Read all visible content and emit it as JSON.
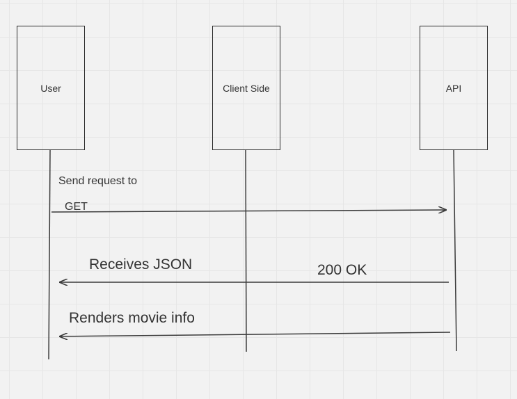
{
  "diagram": {
    "type": "sequence",
    "participants": [
      {
        "id": "user",
        "label": "User"
      },
      {
        "id": "client",
        "label": "Client Side"
      },
      {
        "id": "api",
        "label": "API"
      }
    ],
    "messages": [
      {
        "from": "user",
        "to": "api",
        "label": "Send request to",
        "method_label": "GET"
      },
      {
        "from": "api",
        "to": "user",
        "label": "Receives JSON",
        "status_label": "200 OK"
      },
      {
        "from": "api",
        "to": "user",
        "label": "Renders movie info"
      }
    ],
    "colors": {
      "line": "#3a3a3a",
      "background": "#f2f2f2",
      "grid": "#e6e6e6"
    }
  }
}
